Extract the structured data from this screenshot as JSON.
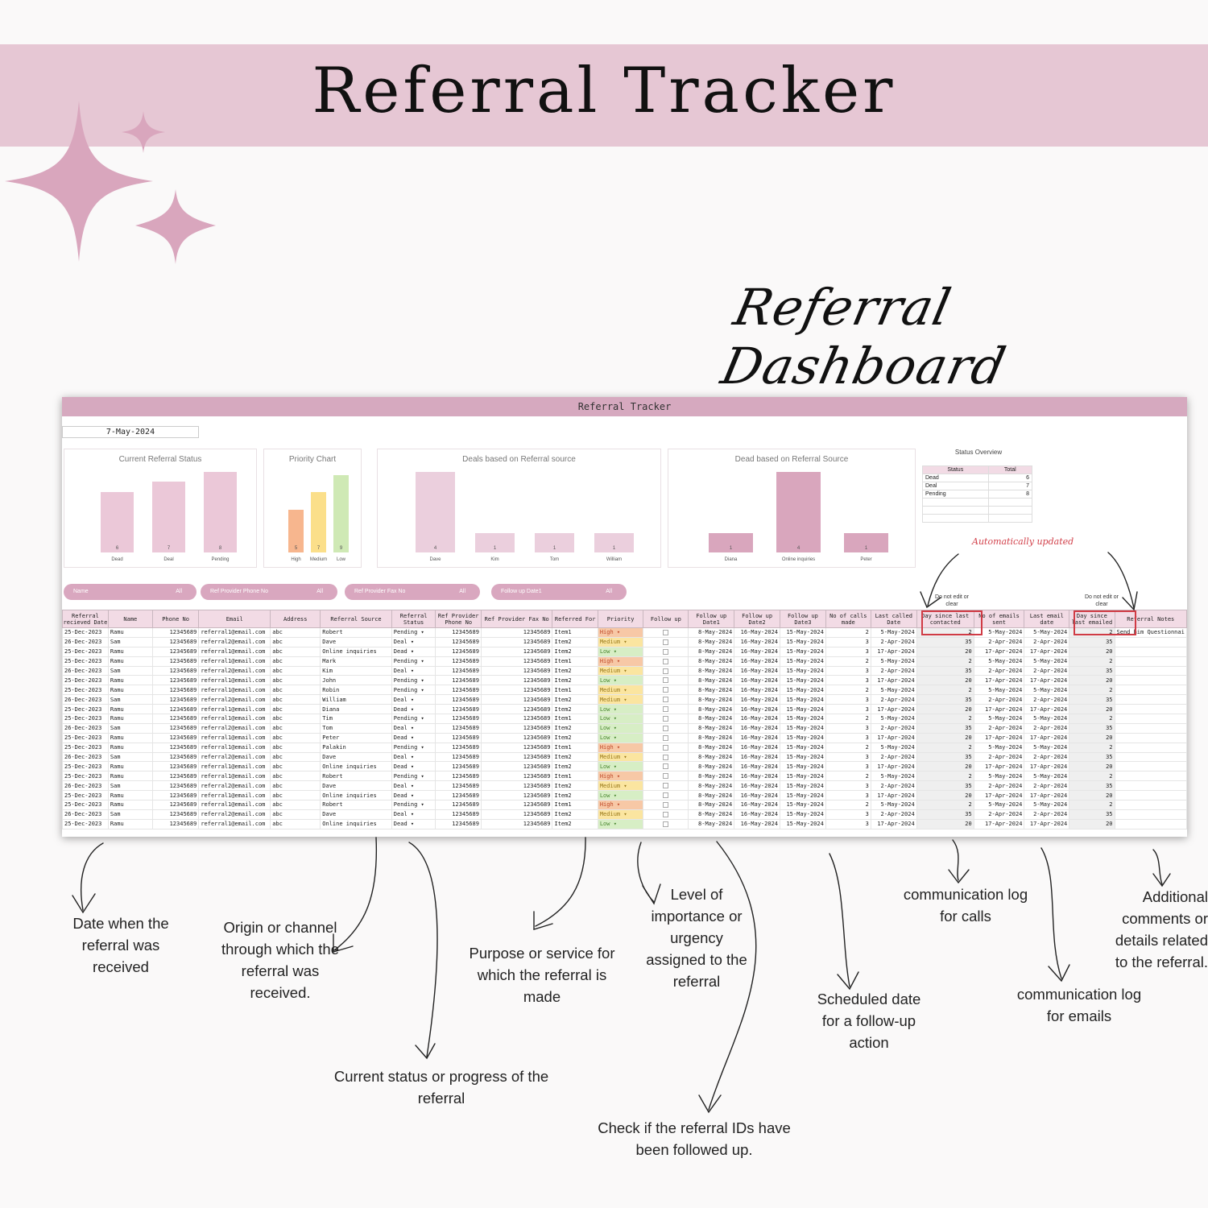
{
  "header": {
    "title": "Referral Tracker",
    "subtitle": "Referral Dashboard"
  },
  "colors": {
    "banner": "#e6c7d4",
    "accent": "#d6a9bf",
    "red": "#d03b45"
  },
  "sheet": {
    "title": "Referral Tracker",
    "date": "7-May-2024",
    "charts": [
      {
        "title": "Current Referral Status",
        "categories": [
          "Dead",
          "Deal",
          "Pending"
        ],
        "values": [
          6,
          7,
          8
        ]
      },
      {
        "title": "Priority Chart",
        "categories": [
          "High",
          "Medium",
          "Low"
        ],
        "values": [
          5,
          7,
          9
        ]
      },
      {
        "title": "Deals based on Referral source",
        "categories": [
          "Dave",
          "Kim",
          "Tom",
          "William"
        ],
        "values": [
          4,
          1,
          1,
          1
        ]
      },
      {
        "title": "Dead based on Referral Source",
        "categories": [
          "Diana",
          "Online inquiries",
          "Peter"
        ],
        "values": [
          1,
          4,
          1
        ]
      }
    ],
    "status_overview": {
      "title": "Status Overview",
      "headers": [
        "Status",
        "Total"
      ],
      "rows": [
        [
          "Dead",
          "6"
        ],
        [
          "Deal",
          "7"
        ],
        [
          "Pending",
          "8"
        ]
      ]
    },
    "auto_note": "Automatically updated",
    "do_not_edit": "Do not edit or clear",
    "filters": [
      {
        "label": "Name",
        "value": "All"
      },
      {
        "label": "Ref Provider Phone No",
        "value": "All"
      },
      {
        "label": "Ref Provider Fax No",
        "value": "All"
      },
      {
        "label": "Follow up Date1",
        "value": "All"
      }
    ],
    "columns": [
      "Referral recieved Date",
      "Name",
      "Phone No",
      "Email",
      "Address",
      "Referral Source",
      "Referral Status",
      "Ref Provider Phone No",
      "Ref Provider Fax No",
      "Referred For",
      "Priority",
      "Follow up",
      "Follow up Date1",
      "Follow up Date2",
      "Follow up Date3",
      "No of calls made",
      "Last called Date",
      "Day since last contacted",
      "No of emails sent",
      "Last email date",
      "Day since last emailed",
      "Referral Notes"
    ],
    "rows": [
      [
        "25-Dec-2023",
        "Ramu",
        "12345689",
        "referral1@email.com",
        "abc",
        "Robert",
        "Pending",
        "12345689",
        "12345689",
        "Item1",
        "High",
        "2",
        "5-May-2024",
        "2",
        "5-May-2024",
        "5-May-2024",
        "2"
      ],
      [
        "26-Dec-2023",
        "Sam",
        "12345689",
        "referral2@email.com",
        "abc",
        "Dave",
        "Deal",
        "12345689",
        "12345689",
        "Item2",
        "Medium",
        "3",
        "2-Apr-2024",
        "35",
        "2-Apr-2024",
        "2-Apr-2024",
        "35"
      ],
      [
        "25-Dec-2023",
        "Ramu",
        "12345689",
        "referral1@email.com",
        "abc",
        "Online inquiries",
        "Dead",
        "12345689",
        "12345689",
        "Item2",
        "Low",
        "3",
        "17-Apr-2024",
        "20",
        "17-Apr-2024",
        "17-Apr-2024",
        "20"
      ],
      [
        "25-Dec-2023",
        "Ramu",
        "12345689",
        "referral1@email.com",
        "abc",
        "Mark",
        "Pending",
        "12345689",
        "12345689",
        "Item1",
        "High",
        "2",
        "5-May-2024",
        "2",
        "5-May-2024",
        "5-May-2024",
        "2"
      ],
      [
        "26-Dec-2023",
        "Sam",
        "12345689",
        "referral2@email.com",
        "abc",
        "Kim",
        "Deal",
        "12345689",
        "12345689",
        "Item2",
        "Medium",
        "3",
        "2-Apr-2024",
        "35",
        "2-Apr-2024",
        "2-Apr-2024",
        "35"
      ],
      [
        "25-Dec-2023",
        "Ramu",
        "12345689",
        "referral1@email.com",
        "abc",
        "John",
        "Pending",
        "12345689",
        "12345689",
        "Item2",
        "Low",
        "3",
        "17-Apr-2024",
        "20",
        "17-Apr-2024",
        "17-Apr-2024",
        "20"
      ],
      [
        "25-Dec-2023",
        "Ramu",
        "12345689",
        "referral1@email.com",
        "abc",
        "Robin",
        "Pending",
        "12345689",
        "12345689",
        "Item1",
        "Medium",
        "2",
        "5-May-2024",
        "2",
        "5-May-2024",
        "5-May-2024",
        "2"
      ],
      [
        "26-Dec-2023",
        "Sam",
        "12345689",
        "referral2@email.com",
        "abc",
        "William",
        "Deal",
        "12345689",
        "12345689",
        "Item2",
        "Medium",
        "3",
        "2-Apr-2024",
        "35",
        "2-Apr-2024",
        "2-Apr-2024",
        "35"
      ],
      [
        "25-Dec-2023",
        "Ramu",
        "12345689",
        "referral1@email.com",
        "abc",
        "Diana",
        "Dead",
        "12345689",
        "12345689",
        "Item2",
        "Low",
        "3",
        "17-Apr-2024",
        "20",
        "17-Apr-2024",
        "17-Apr-2024",
        "20"
      ],
      [
        "25-Dec-2023",
        "Ramu",
        "12345689",
        "referral1@email.com",
        "abc",
        "Tim",
        "Pending",
        "12345689",
        "12345689",
        "Item1",
        "Low",
        "2",
        "5-May-2024",
        "2",
        "5-May-2024",
        "5-May-2024",
        "2"
      ],
      [
        "26-Dec-2023",
        "Sam",
        "12345689",
        "referral2@email.com",
        "abc",
        "Tom",
        "Deal",
        "12345689",
        "12345689",
        "Item2",
        "Low",
        "3",
        "2-Apr-2024",
        "35",
        "2-Apr-2024",
        "2-Apr-2024",
        "35"
      ],
      [
        "25-Dec-2023",
        "Ramu",
        "12345689",
        "referral1@email.com",
        "abc",
        "Peter",
        "Dead",
        "12345689",
        "12345689",
        "Item2",
        "Low",
        "3",
        "17-Apr-2024",
        "20",
        "17-Apr-2024",
        "17-Apr-2024",
        "20"
      ],
      [
        "25-Dec-2023",
        "Ramu",
        "12345689",
        "referral1@email.com",
        "abc",
        "Palakin",
        "Pending",
        "12345689",
        "12345689",
        "Item1",
        "High",
        "2",
        "5-May-2024",
        "2",
        "5-May-2024",
        "5-May-2024",
        "2"
      ],
      [
        "26-Dec-2023",
        "Sam",
        "12345689",
        "referral2@email.com",
        "abc",
        "Dave",
        "Deal",
        "12345689",
        "12345689",
        "Item2",
        "Medium",
        "3",
        "2-Apr-2024",
        "35",
        "2-Apr-2024",
        "2-Apr-2024",
        "35"
      ],
      [
        "25-Dec-2023",
        "Ramu",
        "12345689",
        "referral1@email.com",
        "abc",
        "Online inquiries",
        "Dead",
        "12345689",
        "12345689",
        "Item2",
        "Low",
        "3",
        "17-Apr-2024",
        "20",
        "17-Apr-2024",
        "17-Apr-2024",
        "20"
      ],
      [
        "25-Dec-2023",
        "Ramu",
        "12345689",
        "referral1@email.com",
        "abc",
        "Robert",
        "Pending",
        "12345689",
        "12345689",
        "Item1",
        "High",
        "2",
        "5-May-2024",
        "2",
        "5-May-2024",
        "5-May-2024",
        "2"
      ],
      [
        "26-Dec-2023",
        "Sam",
        "12345689",
        "referral2@email.com",
        "abc",
        "Dave",
        "Deal",
        "12345689",
        "12345689",
        "Item2",
        "Medium",
        "3",
        "2-Apr-2024",
        "35",
        "2-Apr-2024",
        "2-Apr-2024",
        "35"
      ],
      [
        "25-Dec-2023",
        "Ramu",
        "12345689",
        "referral1@email.com",
        "abc",
        "Online inquiries",
        "Dead",
        "12345689",
        "12345689",
        "Item2",
        "Low",
        "3",
        "17-Apr-2024",
        "20",
        "17-Apr-2024",
        "17-Apr-2024",
        "20"
      ],
      [
        "25-Dec-2023",
        "Ramu",
        "12345689",
        "referral1@email.com",
        "abc",
        "Robert",
        "Pending",
        "12345689",
        "12345689",
        "Item1",
        "High",
        "2",
        "5-May-2024",
        "2",
        "5-May-2024",
        "5-May-2024",
        "2"
      ],
      [
        "26-Dec-2023",
        "Sam",
        "12345689",
        "referral2@email.com",
        "abc",
        "Dave",
        "Deal",
        "12345689",
        "12345689",
        "Item2",
        "Medium",
        "3",
        "2-Apr-2024",
        "35",
        "2-Apr-2024",
        "2-Apr-2024",
        "35"
      ],
      [
        "25-Dec-2023",
        "Ramu",
        "12345689",
        "referral1@email.com",
        "abc",
        "Online inquiries",
        "Dead",
        "12345689",
        "12345689",
        "Item2",
        "Low",
        "3",
        "17-Apr-2024",
        "20",
        "17-Apr-2024",
        "17-Apr-2024",
        "20"
      ]
    ],
    "follow_up_dates": [
      "8-May-2024",
      "16-May-2024",
      "15-May-2024"
    ],
    "first_row_note": "Send him Questionnai"
  },
  "annotations": {
    "date": "Date when the referral was received",
    "origin": "Origin or channel through which the referral was received.",
    "status": "Current status or progress of the referral",
    "purpose": "Purpose or service for which the referral is made",
    "priority": "Level of importance or urgency assigned to the referral",
    "followup": "Check if the referral IDs have been followed up.",
    "scheduled": "Scheduled date for a follow-up action",
    "calls": "communication log for calls",
    "emails": "communication log for emails",
    "notes": "Additional comments or details related to the referral."
  }
}
